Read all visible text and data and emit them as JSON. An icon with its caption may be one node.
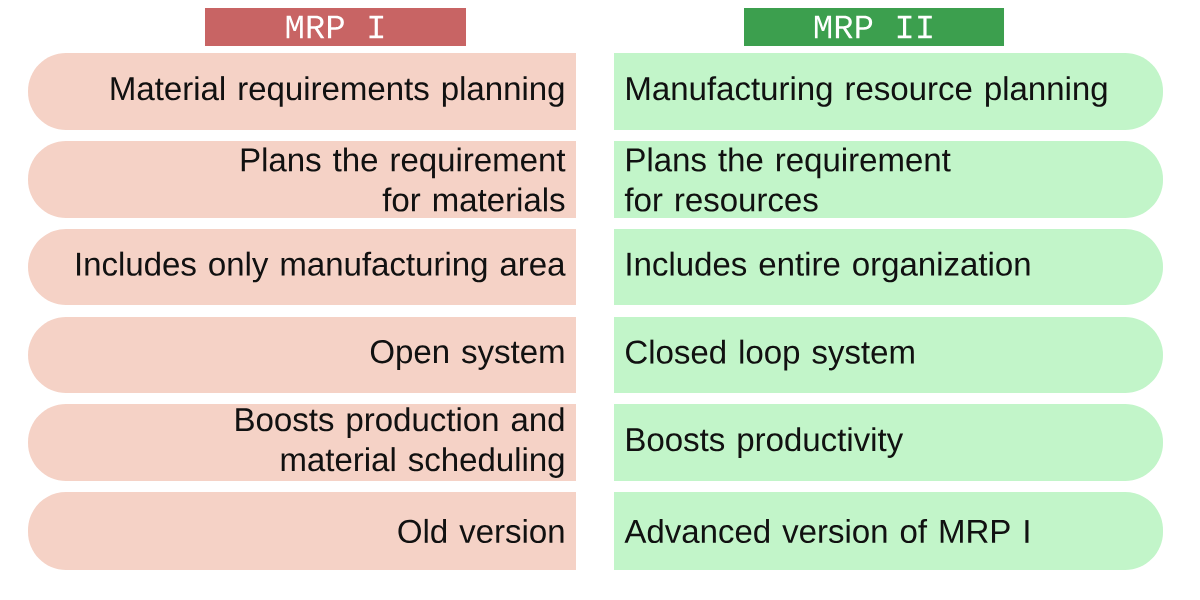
{
  "diagram": {
    "nodes": [
      {
        "text": [
          "MRP I"
        ]
      },
      {
        "text": [
          "MRP II"
        ]
      },
      {
        "text": [
          "Material requirements planning"
        ]
      },
      {
        "text": [
          "Manufacturing resource planning"
        ]
      },
      {
        "text": [
          "Plans the requirement for materials"
        ]
      },
      {
        "text": [
          "Plans the requirement for resources"
        ]
      },
      {
        "text": [
          "Includes only manufacturing area"
        ]
      },
      {
        "text": [
          "Includes entire organization"
        ]
      },
      {
        "text": [
          "Open system"
        ]
      },
      {
        "text": [
          "Closed loop system"
        ]
      },
      {
        "text": [
          "Boosts production and material scheduling"
        ]
      },
      {
        "text": [
          "Boosts productivity"
        ]
      },
      {
        "text": [
          "Old version"
        ]
      },
      {
        "text": [
          "Advanced version of MRP I"
        ]
      }
    ]
  }
}
